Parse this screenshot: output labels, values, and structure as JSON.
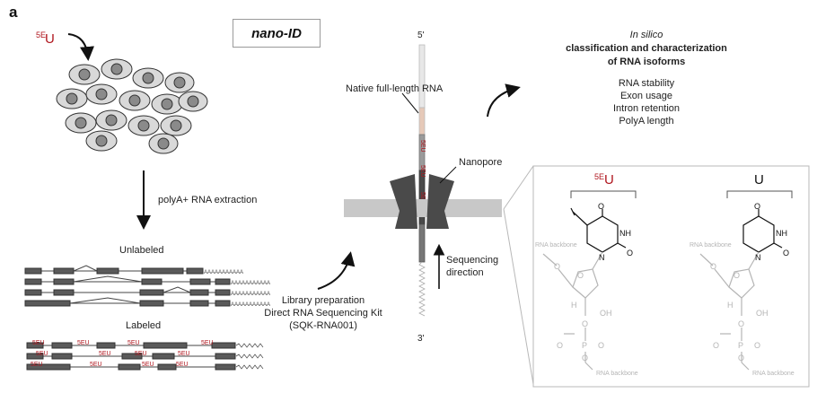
{
  "panel_label": "a",
  "title": "nano-ID",
  "label_5EU": "5EU",
  "label_5E_sup": "5E",
  "label_U": "U",
  "extraction_label": "polyA+ RNA extraction",
  "unlabeled_label": "Unlabeled",
  "labeled_label": "Labeled",
  "poly_a_tail": "AAAAAAAAAAA",
  "library_prep_lines": [
    "Library preparation",
    "Direct RNA Sequencing Kit",
    "(SQK-RNA001)"
  ],
  "five_prime": "5'",
  "three_prime": "3'",
  "native_rna_label": "Native full-length RNA",
  "nanopore_label": "Nanopore",
  "sequencing_direction_lines": [
    "Sequencing",
    "direction"
  ],
  "insilico_lines": [
    "In silico",
    "classification and characterization",
    "of RNA isoforms"
  ],
  "analysis_items": [
    "RNA stability",
    "Exon usage",
    "Intron retention",
    "PolyA length"
  ],
  "chem_5eu_label": "5EU",
  "chem_u_label": "U",
  "chem_rna_backbone": "RNA backbone",
  "chem_atoms": {
    "nh": "NH",
    "o": "O",
    "n": "N",
    "h": "H",
    "oh": "OH",
    "p": "P"
  },
  "colors": {
    "label_red": "#b0171f",
    "gray_dark": "#4a4a4a",
    "gray_mid": "#8a8a8a",
    "gray_light": "#c8c8c8"
  }
}
